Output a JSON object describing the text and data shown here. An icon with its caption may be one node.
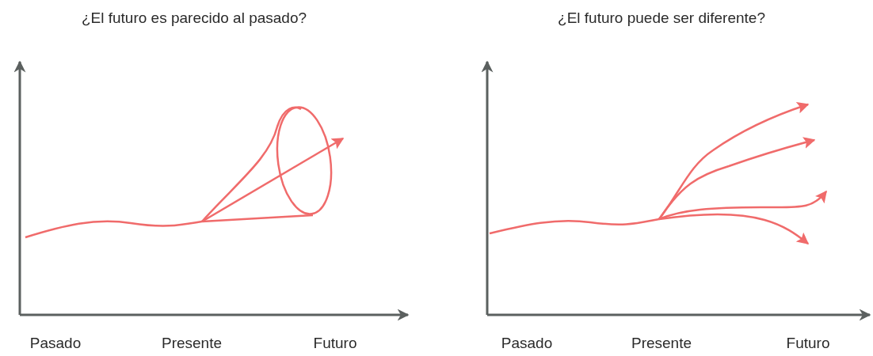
{
  "diagram": {
    "labels": [
      "¿El futuro es parecido al pasado?",
      "Pasado",
      "Presente",
      "Futuro",
      "¿El futuro puede ser diferente?",
      "Pasado",
      "Presente",
      "Futuro"
    ]
  }
}
